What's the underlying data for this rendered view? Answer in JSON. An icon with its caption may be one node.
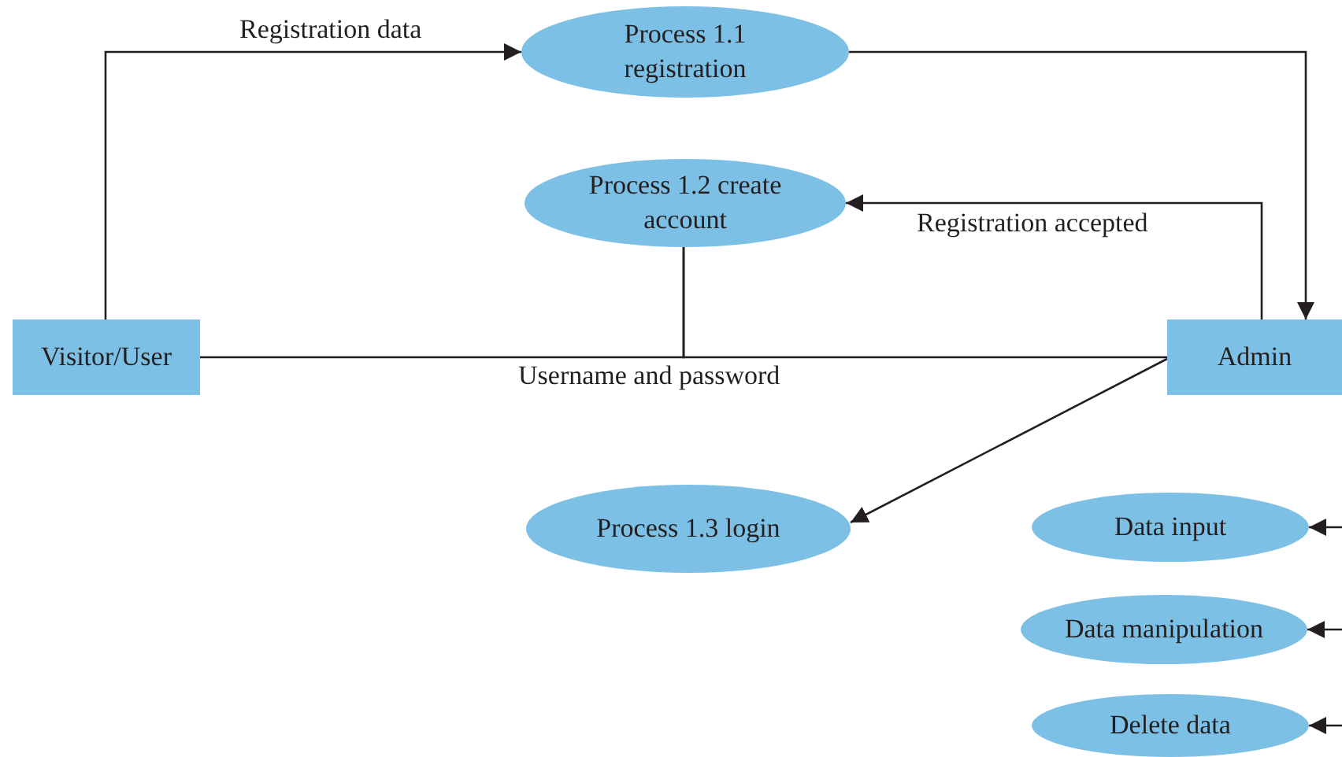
{
  "diagram": {
    "nodes": [
      {
        "text": [
          "Visitor/User"
        ]
      },
      {
        "text": [
          "Process 1.1 registration"
        ]
      },
      {
        "text": [
          "Process 1.2 create account"
        ]
      },
      {
        "text": [
          "Admin"
        ]
      },
      {
        "text": [
          "Process 1.3 login"
        ]
      },
      {
        "text": [
          "Data input"
        ]
      },
      {
        "text": [
          "Data manipulation"
        ]
      },
      {
        "text": [
          "Delete data"
        ]
      }
    ],
    "edges": [
      {
        "from": 0,
        "to": 1,
        "arrow": "to",
        "label": "Registration data"
      },
      {
        "from": 1,
        "to": 3,
        "arrow": "to"
      },
      {
        "from": 3,
        "to": 2,
        "arrow": "to",
        "label": "Registration accepted"
      },
      {
        "from": 0,
        "to": 2,
        "arrow": "none",
        "label": "Username and password"
      },
      {
        "from": 2,
        "to": 3,
        "arrow": "none"
      },
      {
        "from": 3,
        "to": 4,
        "arrow": "to"
      },
      {
        "from": null,
        "to": 5,
        "arrow": "to"
      },
      {
        "from": null,
        "to": 6,
        "arrow": "to"
      },
      {
        "from": null,
        "to": 7,
        "arrow": "to"
      }
    ]
  }
}
